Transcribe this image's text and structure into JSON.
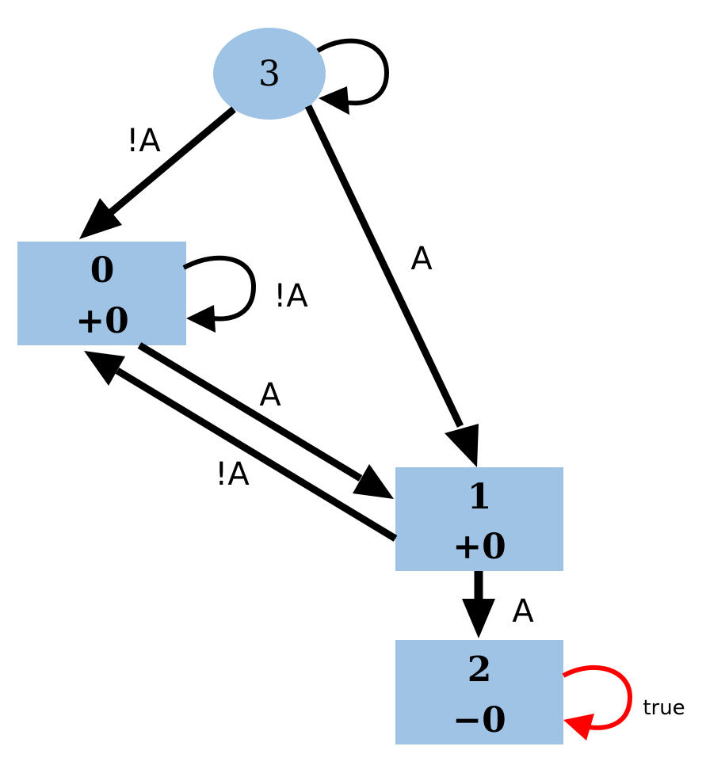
{
  "nodes": {
    "n3": {
      "id": "3",
      "weight": ""
    },
    "n0": {
      "id": "0",
      "weight": "+0"
    },
    "n1": {
      "id": "1",
      "weight": "+0"
    },
    "n2": {
      "id": "2",
      "weight": "−0"
    }
  },
  "edges": {
    "e3_self": "",
    "e3_0": "!A",
    "e3_1": "A",
    "e0_self": "!A",
    "e0_1": "A",
    "e1_0": "!A",
    "e1_2": "A",
    "e2_self": "true"
  },
  "colors": {
    "node_fill": "#9fc3e5",
    "edge": "#000000",
    "accepting_loop": "#ff0000"
  }
}
